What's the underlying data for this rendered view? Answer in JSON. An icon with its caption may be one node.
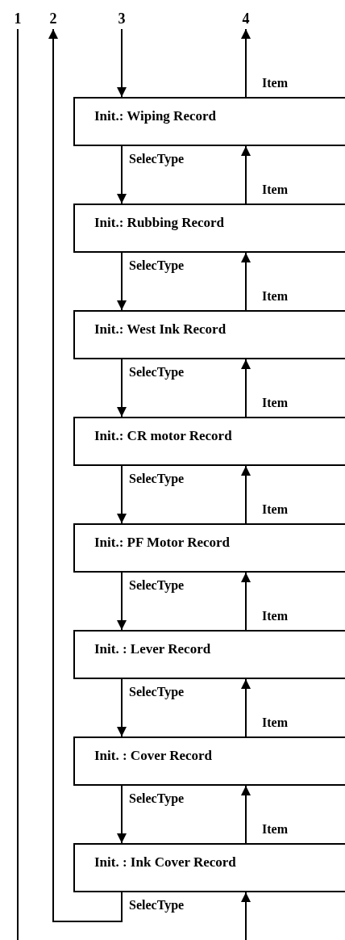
{
  "diagram": {
    "nodes": [
      {
        "text": [
          "1"
        ]
      },
      {
        "text": [
          "2"
        ]
      },
      {
        "text": [
          "3"
        ]
      },
      {
        "text": [
          "4"
        ]
      },
      {
        "text": [
          "Init.: Wiping Record"
        ]
      },
      {
        "text": [
          "Init.: Rubbing Record"
        ]
      },
      {
        "text": [
          "Init.: West Ink Record"
        ]
      },
      {
        "text": [
          "Init.: CR motor Record"
        ]
      },
      {
        "text": [
          "Init.: PF Motor Record"
        ]
      },
      {
        "text": [
          "Init. : Lever Record"
        ]
      },
      {
        "text": [
          "Init. : Cover Record"
        ]
      },
      {
        "text": [
          "Init. : Ink Cover Record"
        ]
      }
    ],
    "edges": [
      {
        "from": 0,
        "to": null,
        "arrow": "none"
      },
      {
        "from": 2,
        "to": 4,
        "arrow": "to"
      },
      {
        "from": 4,
        "to": 3,
        "arrow": "to",
        "label": "Item"
      },
      {
        "from": 4,
        "to": 5,
        "arrow": "to",
        "label": "SelecType"
      },
      {
        "from": 5,
        "to": 4,
        "arrow": "to",
        "label": "Item"
      },
      {
        "from": 5,
        "to": 6,
        "arrow": "to",
        "label": "SelecType"
      },
      {
        "from": 6,
        "to": 5,
        "arrow": "to",
        "label": "Item"
      },
      {
        "from": 6,
        "to": 7,
        "arrow": "to",
        "label": "SelecType"
      },
      {
        "from": 7,
        "to": 6,
        "arrow": "to",
        "label": "Item"
      },
      {
        "from": 7,
        "to": 8,
        "arrow": "to",
        "label": "SelecType"
      },
      {
        "from": 8,
        "to": 7,
        "arrow": "to",
        "label": "Item"
      },
      {
        "from": 8,
        "to": 9,
        "arrow": "to",
        "label": "SelecType"
      },
      {
        "from": 9,
        "to": 8,
        "arrow": "to",
        "label": "Item"
      },
      {
        "from": 9,
        "to": 10,
        "arrow": "to",
        "label": "SelecType"
      },
      {
        "from": 10,
        "to": 9,
        "arrow": "to",
        "label": "Item"
      },
      {
        "from": 10,
        "to": 11,
        "arrow": "to",
        "label": "SelecType"
      },
      {
        "from": 11,
        "to": 10,
        "arrow": "to",
        "label": "Item"
      },
      {
        "from": 11,
        "to": 1,
        "arrow": "to",
        "label": "SelecType"
      },
      {
        "from": null,
        "to": 11,
        "arrow": "to"
      }
    ]
  }
}
